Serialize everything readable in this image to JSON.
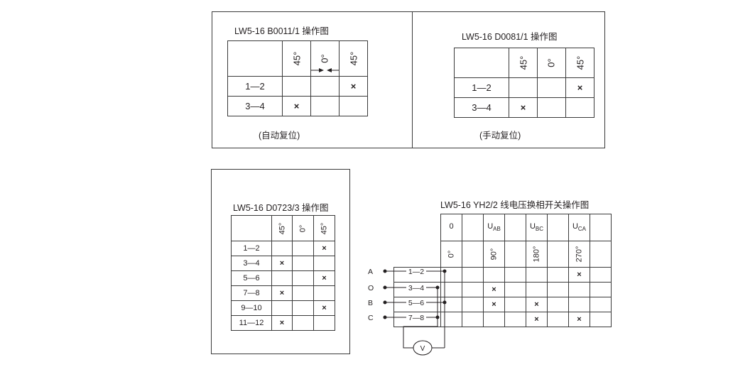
{
  "panel1": {
    "title": "LW5-16 B0011/1 操作图",
    "headers": [
      "45°",
      "0°",
      "45°"
    ],
    "rows": [
      {
        "label": "1—2",
        "marks": [
          "",
          "",
          "×"
        ]
      },
      {
        "label": "3—4",
        "marks": [
          "×",
          "",
          ""
        ]
      }
    ],
    "note": "(自动复位)"
  },
  "panel2": {
    "title": "LW5-16 D0081/1 操作图",
    "headers": [
      "45°",
      "0°",
      "45°"
    ],
    "rows": [
      {
        "label": "1—2",
        "marks": [
          "",
          "",
          "×"
        ]
      },
      {
        "label": "3—4",
        "marks": [
          "×",
          "",
          ""
        ]
      }
    ],
    "note": "(手动复位)"
  },
  "panel3": {
    "title": "LW5-16 D0723/3 操作图",
    "headers": [
      "45°",
      "0°",
      "45°"
    ],
    "rows": [
      {
        "label": "1—2",
        "marks": [
          "",
          "",
          "×"
        ]
      },
      {
        "label": "3—4",
        "marks": [
          "×",
          "",
          ""
        ]
      },
      {
        "label": "5—6",
        "marks": [
          "",
          "",
          "×"
        ]
      },
      {
        "label": "7—8",
        "marks": [
          "×",
          "",
          ""
        ]
      },
      {
        "label": "9—10",
        "marks": [
          "",
          "",
          "×"
        ]
      },
      {
        "label": "11—12",
        "marks": [
          "×",
          "",
          ""
        ]
      }
    ]
  },
  "panel4": {
    "title": "LW5-16 YH2/2 线电压换相开关操作图",
    "positions": [
      "0",
      "UAB",
      "UBC",
      "UCA"
    ],
    "position_main": [
      "0",
      "U",
      "U",
      "U"
    ],
    "position_sub": [
      "",
      "AB",
      "BC",
      "CA"
    ],
    "angles": [
      "0°",
      "90°",
      "180°",
      "270°"
    ],
    "rows": [
      {
        "phase": "A",
        "label": "1—2",
        "marks": [
          "",
          "",
          "",
          "×"
        ]
      },
      {
        "phase": "O",
        "label": "3—4",
        "marks": [
          "",
          "×",
          "",
          ""
        ]
      },
      {
        "phase": "B",
        "label": "5—6",
        "marks": [
          "",
          "×",
          "×",
          ""
        ]
      },
      {
        "phase": "C",
        "label": "7—8",
        "marks": [
          "",
          "",
          "×",
          "×"
        ]
      }
    ],
    "meter": "V"
  }
}
